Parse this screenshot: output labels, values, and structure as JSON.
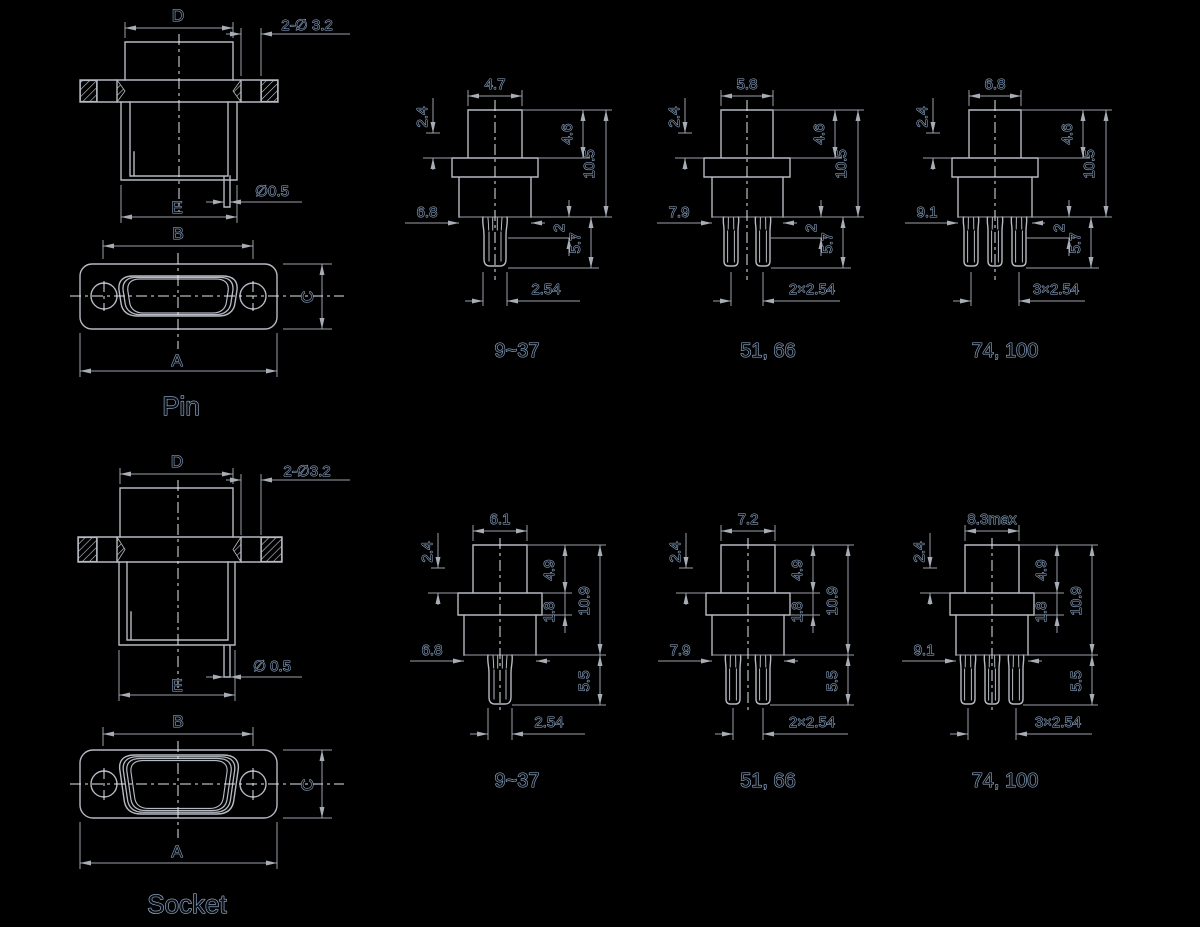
{
  "colors": {
    "background": "#000000",
    "line": "#b6bac2",
    "text_halo": "#9db7d8"
  },
  "pin": {
    "label": "Pin",
    "side": {
      "width_top": "D",
      "mount_holes": "2-∅ 3.2",
      "pin_dia": "∅0.5",
      "width_bottom": "E"
    },
    "front": {
      "hole_span": "B",
      "height": "C",
      "width": "A"
    },
    "sections": [
      {
        "label": "9~37",
        "top_width": "4.7",
        "upper_left": "2.4",
        "body_width": "6.8",
        "mate_depth": "4.6",
        "total_height": "10.5",
        "tail_step": "2",
        "tail_length": "5.7",
        "pitch": "2.54"
      },
      {
        "label": "51, 66",
        "top_width": "5.8",
        "upper_left": "2.4",
        "body_width": "7.9",
        "mate_depth": "4.6",
        "total_height": "10.5",
        "tail_step": "2",
        "tail_length": "5.7",
        "pitch": "2×2.54"
      },
      {
        "label": "74, 100",
        "top_width": "6.8",
        "upper_left": "2.4",
        "body_width": "9.1",
        "mate_depth": "4.6",
        "total_height": "10.5",
        "tail_step": "2",
        "tail_length": "5.7",
        "pitch": "3×2.54"
      }
    ]
  },
  "socket": {
    "label": "Socket",
    "side": {
      "width_top": "D",
      "mount_holes": "2-∅3.2",
      "pin_dia": "∅ 0.5",
      "width_bottom": "E"
    },
    "front": {
      "hole_span": "B",
      "height": "C",
      "width": "A"
    },
    "sections": [
      {
        "label": "9~37",
        "top_width": "6.1",
        "upper_left": "2.4",
        "body_width": "6.8",
        "mate_depth": "4.9",
        "flange_thickness": "1.8",
        "total_height": "10.9",
        "tail_length": "5.5",
        "pitch": "2.54"
      },
      {
        "label": "51, 66",
        "top_width": "7.2",
        "upper_left": "2.4",
        "body_width": "7.9",
        "mate_depth": "4.9",
        "flange_thickness": "1.8",
        "total_height": "10.9",
        "tail_length": "5.5",
        "pitch": "2×2.54"
      },
      {
        "label": "74, 100",
        "top_width": "8.3max",
        "upper_left": "2.4",
        "body_width": "9.1",
        "mate_depth": "4.9",
        "flange_thickness": "1.8",
        "total_height": "10.9",
        "tail_length": "5.5",
        "pitch": "3×2.54"
      }
    ]
  }
}
